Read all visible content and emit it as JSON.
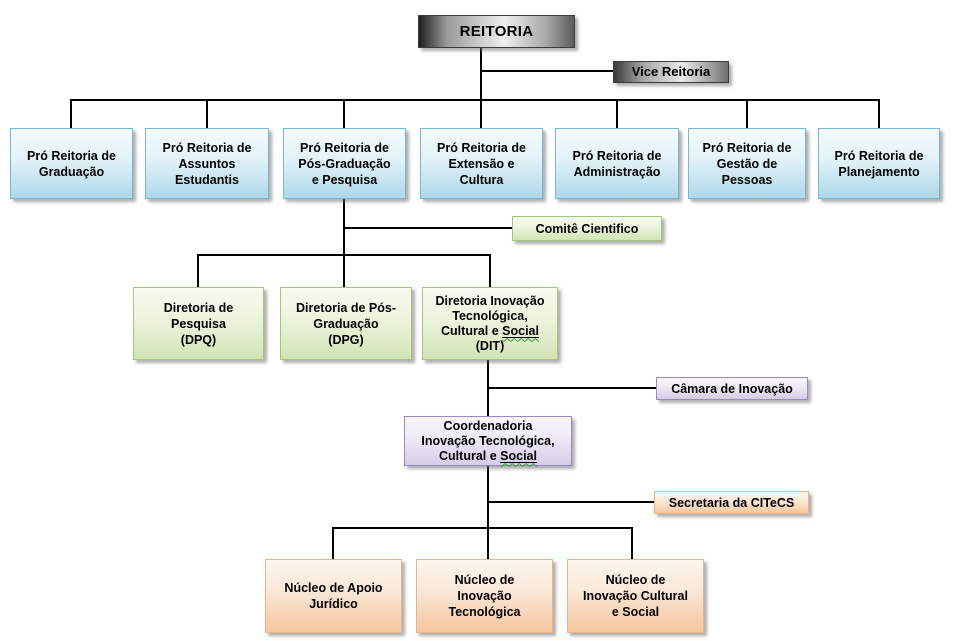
{
  "palette": {
    "connector_line": "#000000",
    "blue_border": "#7ab5d3",
    "blue_fill_bottom": "#aed8e9",
    "green_border": "#a6c47a",
    "green_fill_bottom": "#d2e4b5",
    "purple_border": "#968ac1",
    "purple_fill_bottom": "#d4cce7",
    "orange_border": "#eab488",
    "orange_fill_bottom": "#f5c69d",
    "root_gradient_dark": "#1f1f1f",
    "root_gradient_light": "#efefef",
    "spellcheck_squiggle": "#3a9a3a"
  },
  "root": {
    "label": "REITORIA"
  },
  "vice": {
    "label": "Vice Reitoria"
  },
  "pro_reitorias": [
    {
      "lines": [
        "Pró Reitoria de",
        "Graduação"
      ]
    },
    {
      "lines": [
        "Pró Reitoria de",
        "Assuntos",
        "Estudantis"
      ]
    },
    {
      "lines": [
        "Pró Reitoria de",
        "Pós-Graduação",
        "e Pesquisa"
      ]
    },
    {
      "lines": [
        "Pró Reitoria de",
        "Extensão e",
        "Cultura"
      ]
    },
    {
      "lines": [
        "Pró Reitoria de",
        "Administração"
      ]
    },
    {
      "lines": [
        "Pró Reitoria de",
        "Gestão de",
        "Pessoas"
      ]
    },
    {
      "lines": [
        "Pró Reitoria de",
        "Planejamento"
      ]
    }
  ],
  "comite": {
    "label": "Comitê Cientifico"
  },
  "diretorias": [
    {
      "lines": [
        "Diretoria de",
        "Pesquisa",
        "(DPQ)"
      ]
    },
    {
      "lines": [
        "Diretoria de Pós-",
        "Graduação",
        "(DPG)"
      ]
    },
    {
      "line1": "Diretoria Inovação",
      "line2": "Tecnológica,",
      "line3_prefix": "Cultural e ",
      "line3_word": "Social",
      "line4": "(DIT)"
    }
  ],
  "camara": {
    "label": "Câmara de Inovação"
  },
  "coordenadoria": {
    "line1": "Coordenadoria",
    "line2": "Inovação Tecnológica,",
    "line3_prefix": "Cultural e ",
    "line3_word": "Social"
  },
  "secretaria": {
    "label": "Secretaria da CITeCS"
  },
  "nucleos": [
    {
      "lines": [
        "Núcleo de Apoio",
        "Jurídico"
      ]
    },
    {
      "lines": [
        "Núcleo de",
        "Inovação",
        "Tecnológica"
      ]
    },
    {
      "lines": [
        "Núcleo de",
        "Inovação Cultural",
        "e Social"
      ]
    }
  ]
}
